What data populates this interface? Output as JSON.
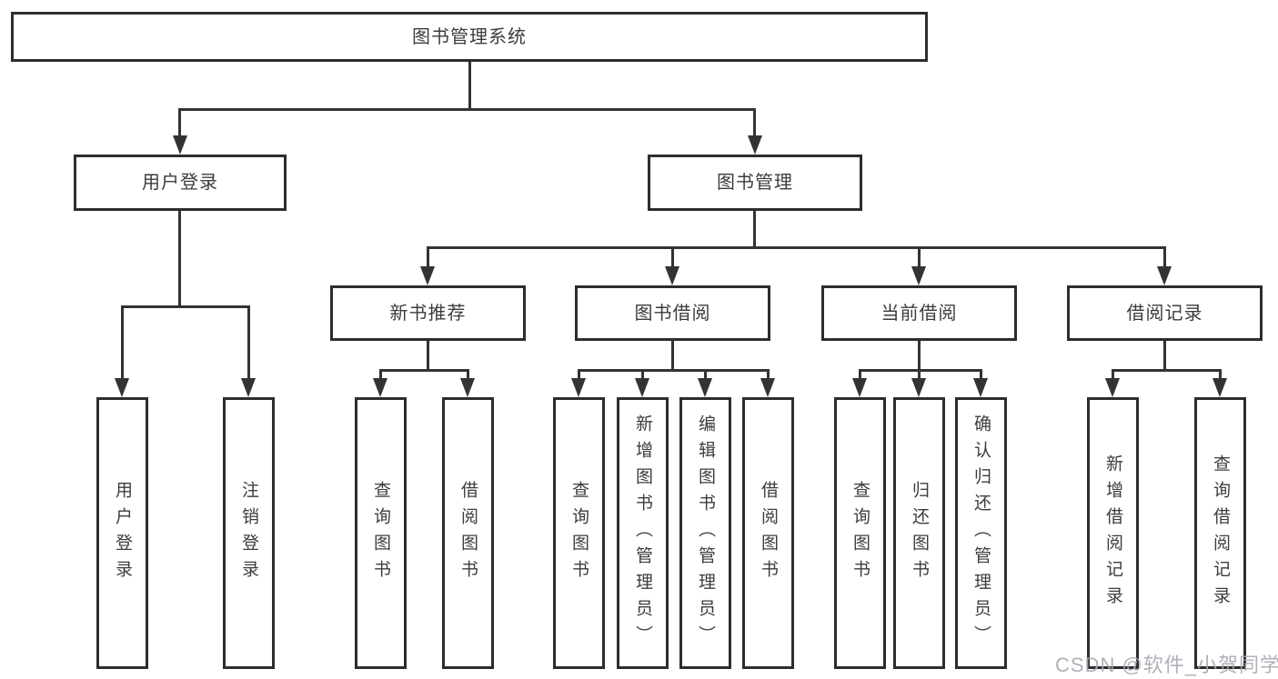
{
  "diagram": {
    "title": "图书管理系统",
    "branches": [
      {
        "label": "用户登录",
        "leaves": [
          "用户登录",
          "注销登录"
        ]
      },
      {
        "label": "图书管理",
        "groups": [
          {
            "label": "新书推荐",
            "leaves": [
              "查询图书",
              "借阅图书"
            ]
          },
          {
            "label": "图书借阅",
            "leaves": [
              "查询图书",
              "新增图书（管理员）",
              "编辑图书（管理员）",
              "借阅图书"
            ]
          },
          {
            "label": "当前借阅",
            "leaves": [
              "查询图书",
              "归还图书",
              "确认归还（管理员）"
            ]
          },
          {
            "label": "借阅记录",
            "leaves": [
              "新增借阅记录",
              "查询借阅记录"
            ]
          }
        ]
      }
    ]
  },
  "colors": {
    "line": "#333333",
    "border": "#2d2d2d",
    "text": "#3c3c3c",
    "watermark": "#a5a8b0"
  },
  "watermark": "CSDN @软件_小贺同学"
}
